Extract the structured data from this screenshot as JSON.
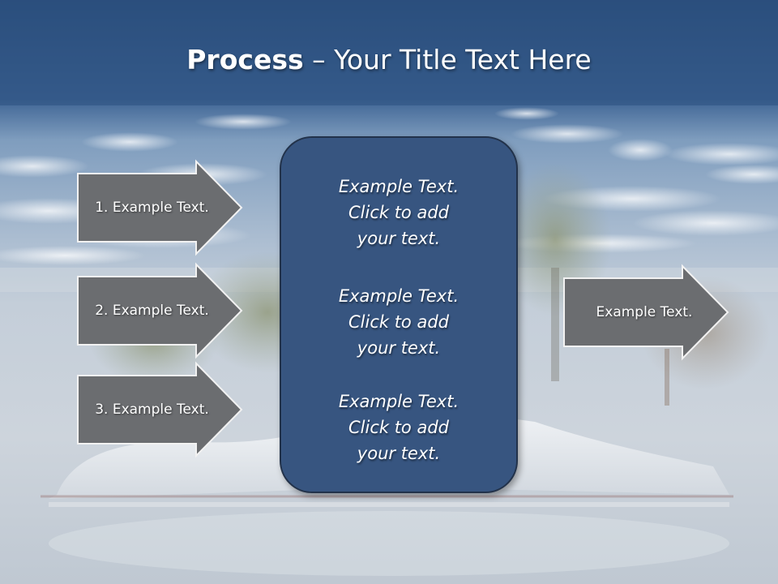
{
  "slide": {
    "title_strong": "Process",
    "title_rest": " – Your Title Text Here",
    "left_arrows": [
      {
        "label": "1. Example Text."
      },
      {
        "label": "2. Example Text."
      },
      {
        "label": "3. Example Text."
      }
    ],
    "center_box": {
      "paragraphs": [
        {
          "line1": "Example Text.",
          "line2": "Click  to add",
          "line3": "your text."
        },
        {
          "line1": "Example Text.",
          "line2": "Click  to add",
          "line3": "your text."
        },
        {
          "line1": "Example Text.",
          "line2": "Click  to add",
          "line3": "your text."
        }
      ]
    },
    "right_arrow": {
      "label": "Example Text."
    }
  },
  "colors": {
    "header_blue": "#2f5380",
    "arrow_fill": "#6b6d70",
    "arrow_stroke": "#f2f2f2",
    "box_fill": "#375580",
    "box_border": "#22324a",
    "text": "#ffffff"
  }
}
